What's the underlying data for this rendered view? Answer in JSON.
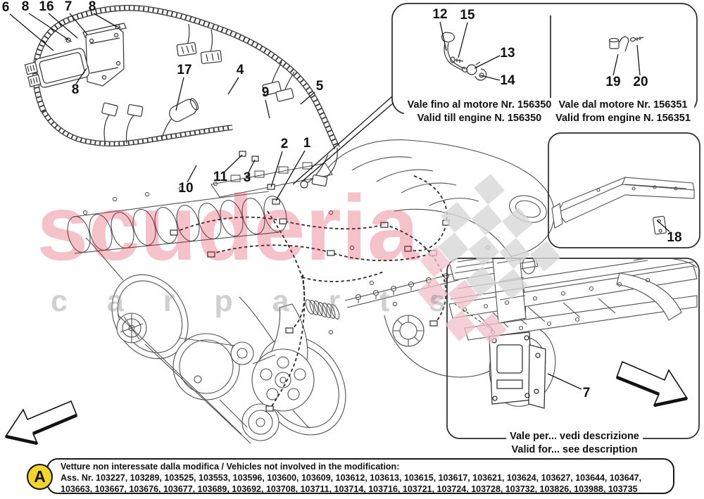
{
  "watermark": {
    "word": "scuderia",
    "sub": "c a r p a r t s",
    "red_hex": "#de1c3c",
    "gray_hex": "#c9c9c9"
  },
  "callouts": [
    "6",
    "8",
    "16",
    "7",
    "8",
    "8",
    "17",
    "4",
    "9",
    "5",
    "2",
    "1",
    "11",
    "3",
    "10",
    "12",
    "15",
    "13",
    "14",
    "19",
    "20",
    "18",
    "7"
  ],
  "panels": {
    "engine_validity": {
      "left": {
        "it": "Vale fino al motore Nr. 156350",
        "en": "Valid till engine N. 156350"
      },
      "right": {
        "it": "Vale dal motore Nr. 156351",
        "en": "Valid from engine N. 156351"
      }
    },
    "valid_for": {
      "it": "Vale per... vedi descrizione",
      "en": "Valid for... see description"
    }
  },
  "legend": {
    "marker": "A",
    "marker_color": "#f2d52b",
    "line1": "Vetture non interessate dalla modifica / Vehicles not involved in the modification:",
    "line2": "Ass. Nr. 103227, 103289, 103525, 103553, 103596, 103600, 103609, 103612, 103613, 103615, 103617, 103621, 103624, 103627, 103644, 103647,",
    "line3": "103663, 103667, 103676, 103677, 103689, 103692, 103708, 103711, 103714, 103716, 103721, 103724, 103728, 103732, 103826, 103988, 103735"
  }
}
